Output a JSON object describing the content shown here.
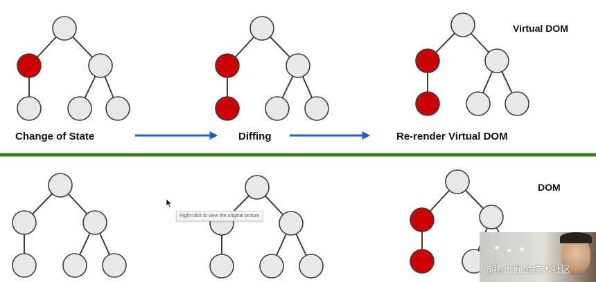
{
  "labels": {
    "change_of_state": "Change of State",
    "diffing": "Diffing",
    "rerender": "Re-render Virtual DOM",
    "virtual_dom": "Virtual DOM",
    "dom": "DOM"
  },
  "tooltip": "Right-click to view the original picture",
  "watermark": "@稀土掘金技术社区",
  "colors": {
    "node_fill": "#e8e8e8",
    "node_stroke": "#3c3c3c",
    "changed_fill": "#cc0000",
    "arrow": "#1f5fc8",
    "divider": "#3e7b23"
  },
  "trees": [
    {
      "id": "virtual-before",
      "changed": [
        "left"
      ]
    },
    {
      "id": "virtual-diffing",
      "changed": [
        "left",
        "left-child"
      ]
    },
    {
      "id": "virtual-rerender",
      "changed": [
        "left",
        "left-child"
      ]
    },
    {
      "id": "dom-before",
      "changed": []
    },
    {
      "id": "dom-diffing",
      "changed": []
    },
    {
      "id": "dom-rerender",
      "changed": [
        "left",
        "left-child"
      ]
    }
  ]
}
